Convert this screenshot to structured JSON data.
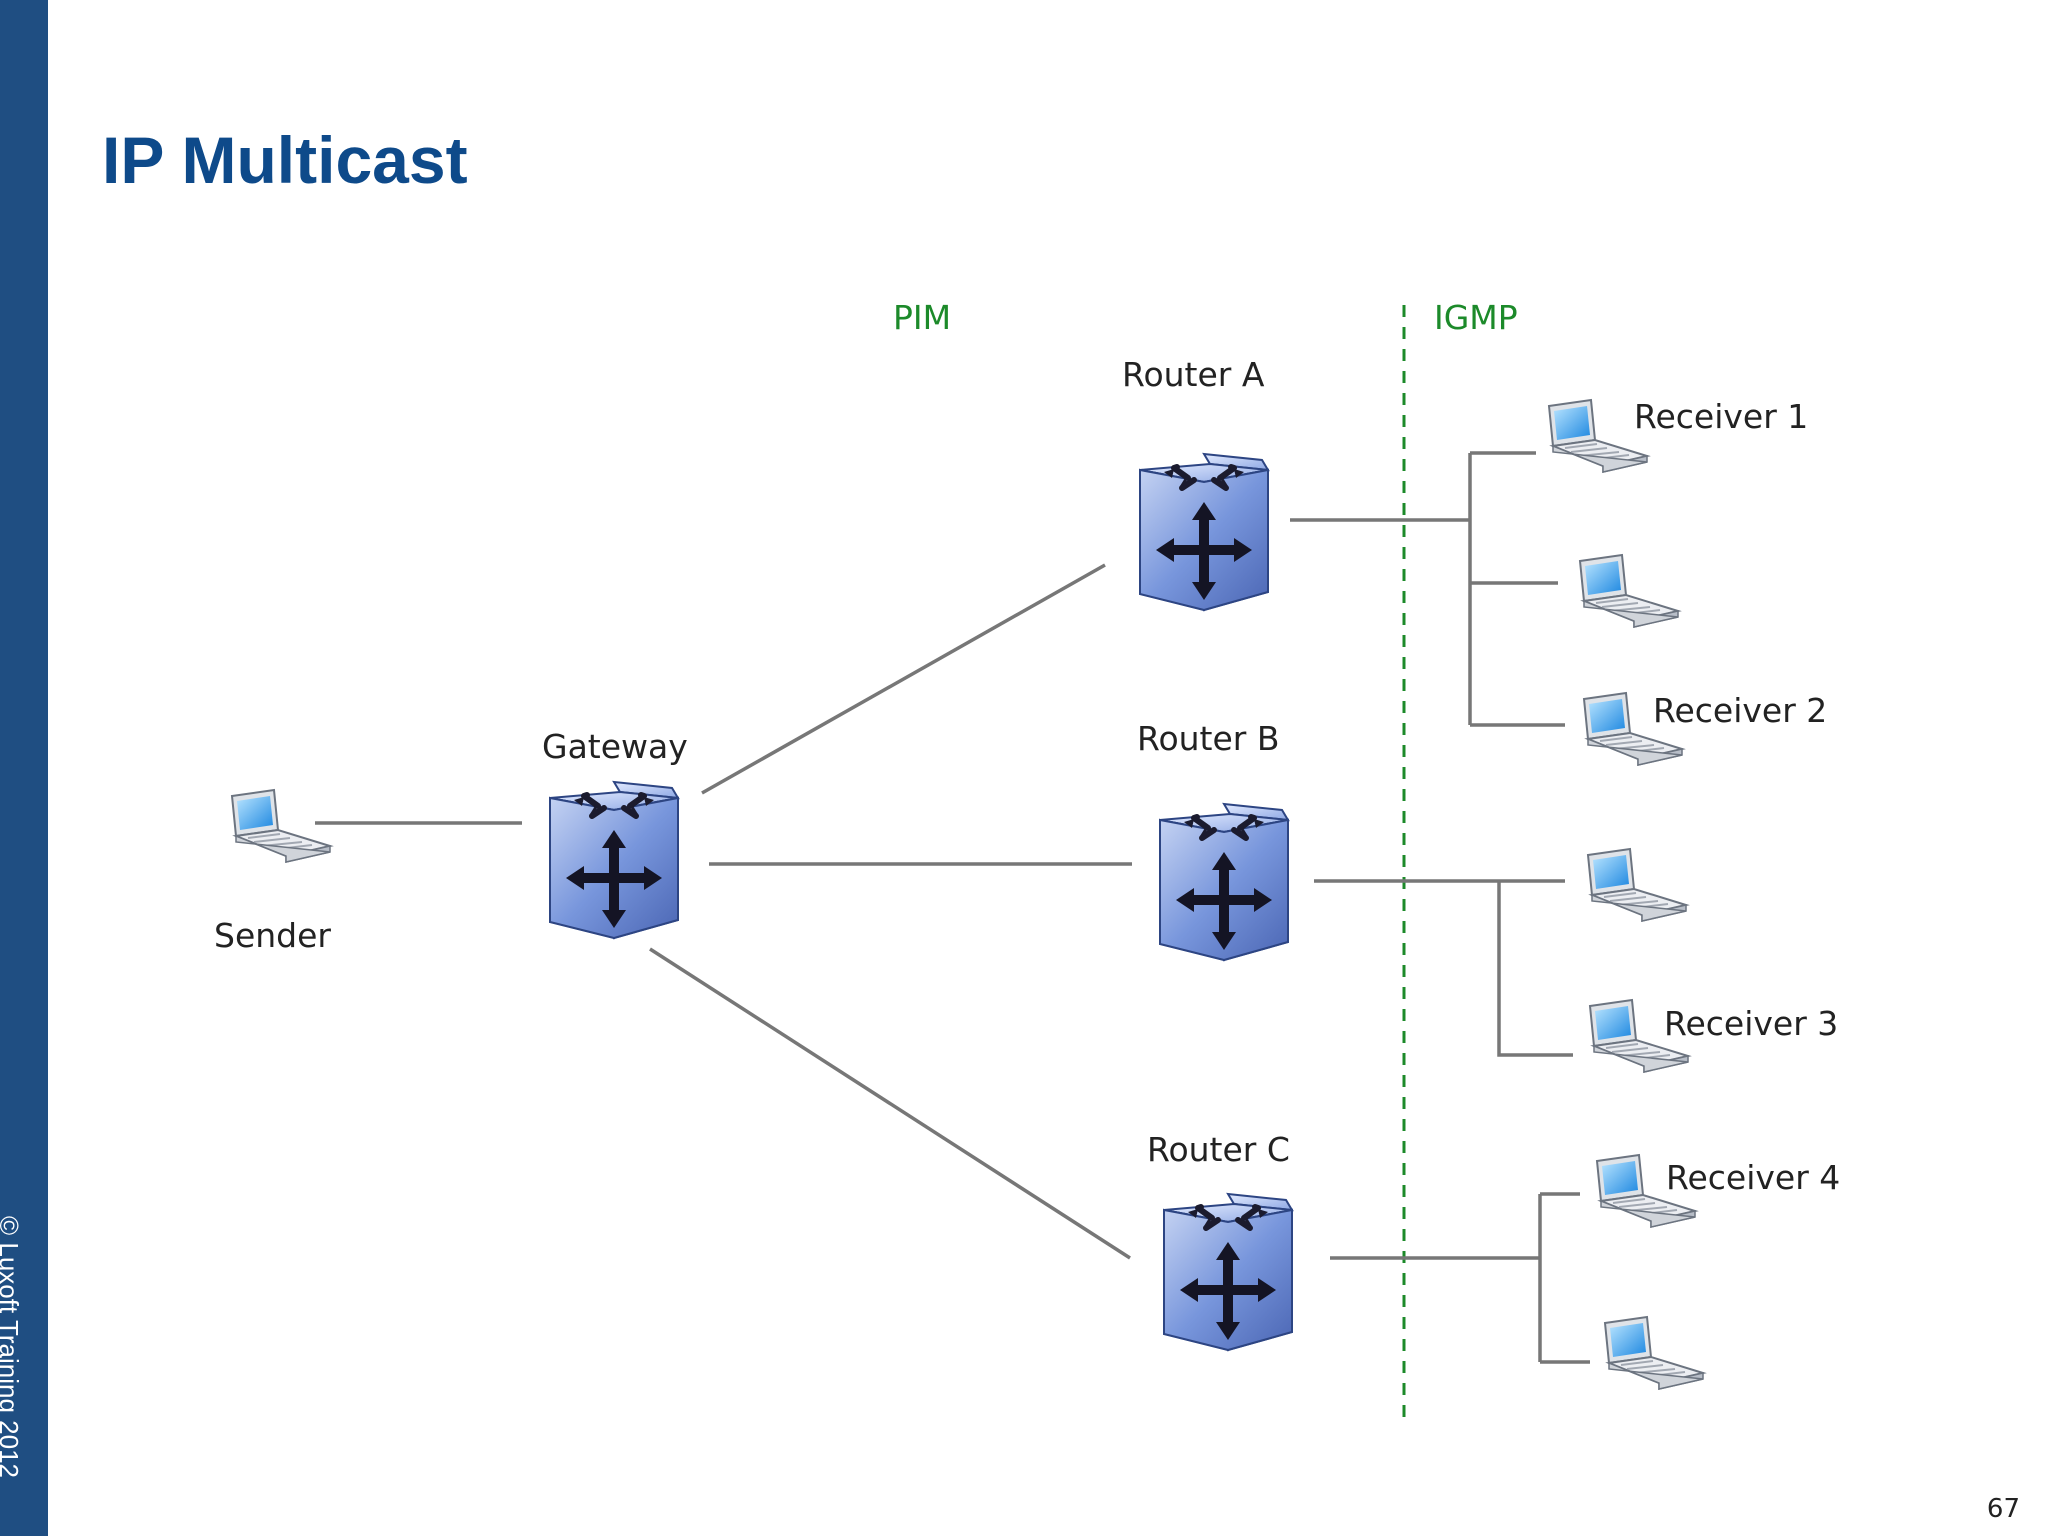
{
  "slide": {
    "title": "IP Multicast",
    "copyright": "© Luxoft Training 2012",
    "page_number": "67"
  },
  "diagram": {
    "zones": {
      "left": "PIM",
      "right": "IGMP"
    },
    "nodes": {
      "sender": "Sender",
      "gateway": "Gateway",
      "router_a": "Router A",
      "router_b": "Router B",
      "router_c": "Router C",
      "receiver_1": "Receiver 1",
      "receiver_2": "Receiver 2",
      "receiver_3": "Receiver 3",
      "receiver_4": "Receiver 4"
    },
    "colors": {
      "sidebar": "#1f4e82",
      "title": "#0e4a8a",
      "zone_label": "#1c8a2a",
      "router_body": "#6f8ed8",
      "laptop_screen": "#3fa9f5"
    }
  }
}
